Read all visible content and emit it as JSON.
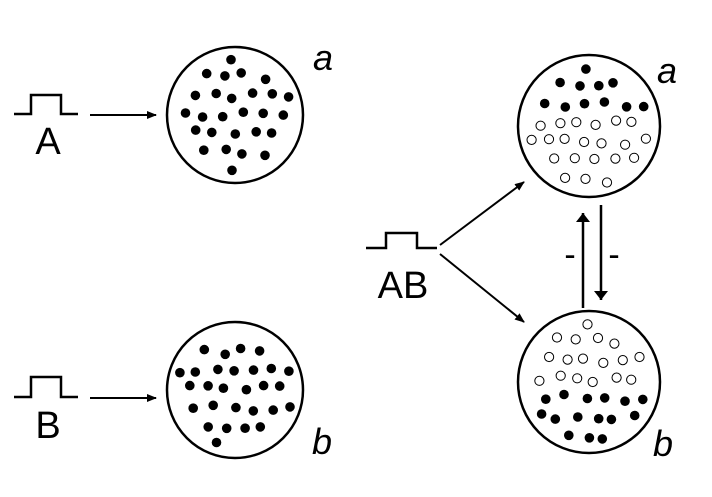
{
  "stimuli": {
    "a": {
      "label": "A"
    },
    "b": {
      "label": "B"
    },
    "ab": {
      "label": "AB"
    }
  },
  "populations": {
    "left_a": {
      "label": "a",
      "fill": "solid"
    },
    "left_b": {
      "label": "b",
      "fill": "solid"
    },
    "right_a": {
      "label": "a",
      "fill": "mostly-solid-top"
    },
    "right_b": {
      "label": "b",
      "fill": "mostly-solid-bottom"
    }
  },
  "inhibition": {
    "left_sign": "-",
    "right_sign": "-"
  },
  "colors": {
    "ink": "#000000",
    "background": "#ffffff"
  }
}
